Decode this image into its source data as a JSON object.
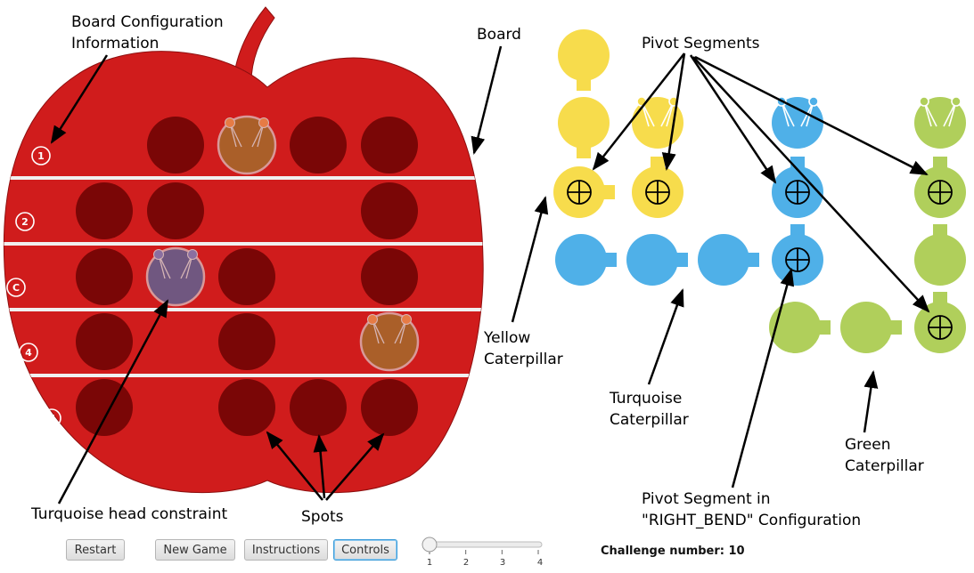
{
  "colors": {
    "apple": "#d01c1c",
    "apple_edge": "#8e0f0f",
    "spot": "#7a0606",
    "yellow": "#f7dc4c",
    "turquoise": "#4fb0e8",
    "green": "#b0cf5b"
  },
  "annotations": {
    "board_config_line1": "Board Configuration",
    "board_config_line2": "Information",
    "board": "Board",
    "pivot_segments": "Pivot Segments",
    "yellow_line1": "Yellow",
    "yellow_line2": "Caterpillar",
    "turquoise_line1": "Turquoise",
    "turquoise_line2": "Caterpillar",
    "green_line1": "Green",
    "green_line2": "Caterpillar",
    "pivot_bend_line1": "Pivot Segment in",
    "pivot_bend_line2": "\"RIGHT_BEND\" Configuration",
    "head_constraint": "Turquoise head constraint",
    "spots": "Spots"
  },
  "board": {
    "rows": [
      {
        "label": "1",
        "spots": [
          false,
          true,
          "yellow",
          true,
          true
        ]
      },
      {
        "label": "2",
        "spots": [
          true,
          true,
          false,
          false,
          true
        ]
      },
      {
        "label": "C",
        "spots": [
          true,
          "turquoise",
          true,
          false,
          true
        ]
      },
      {
        "label": "4",
        "spots": [
          true,
          false,
          true,
          false,
          "yellow"
        ]
      },
      {
        "label": "E",
        "spots": [
          true,
          false,
          true,
          true,
          true
        ]
      }
    ]
  },
  "controls": {
    "restart": "Restart",
    "new_game": "New Game",
    "instructions": "Instructions",
    "controls": "Controls",
    "slider_ticks": [
      "1",
      "2",
      "3",
      "4"
    ],
    "slider_value": 1,
    "challenge_text": "Challenge number: 10"
  }
}
